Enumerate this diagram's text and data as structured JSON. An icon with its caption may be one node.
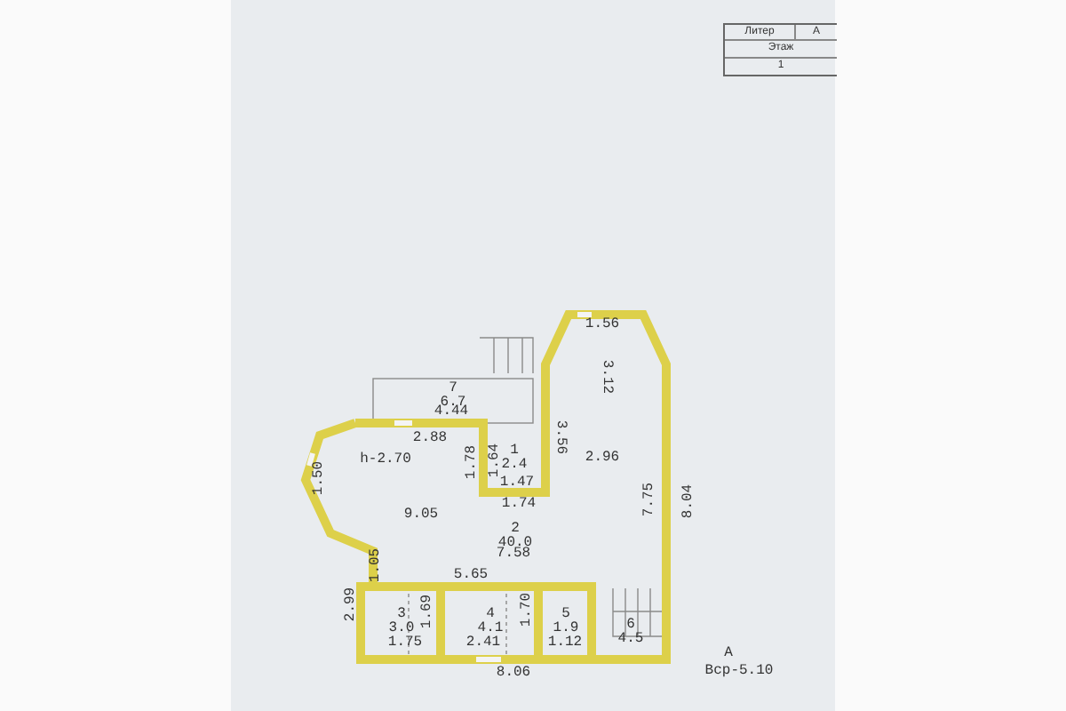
{
  "diagram": {
    "nodes": [
      {
        "text": [
          "7",
          "6.7"
        ]
      },
      {
        "text": [
          "1",
          "2.4"
        ]
      },
      {
        "text": [
          "2",
          "40.0"
        ]
      },
      {
        "text": [
          "3",
          "3.0"
        ]
      },
      {
        "text": [
          "4",
          "4.1"
        ]
      },
      {
        "text": [
          "5",
          "1.9"
        ]
      },
      {
        "text": [
          "6",
          "4.5"
        ]
      }
    ],
    "labels": [
      "Литер",
      "А",
      "Этаж",
      "1",
      "1.56",
      "3.12",
      "4.44",
      "2.88",
      "3.56",
      "h-2.70",
      "1.78",
      "1.64",
      "2.96",
      "1.47",
      "1.50",
      "7.75",
      "8.04",
      "1.74",
      "9.05",
      "7.58",
      "1.05",
      "5.65",
      "2.99",
      "1.69",
      "1.70",
      "1.75",
      "2.41",
      "1.12",
      "8.06",
      "А",
      "Вср-5.10"
    ]
  }
}
